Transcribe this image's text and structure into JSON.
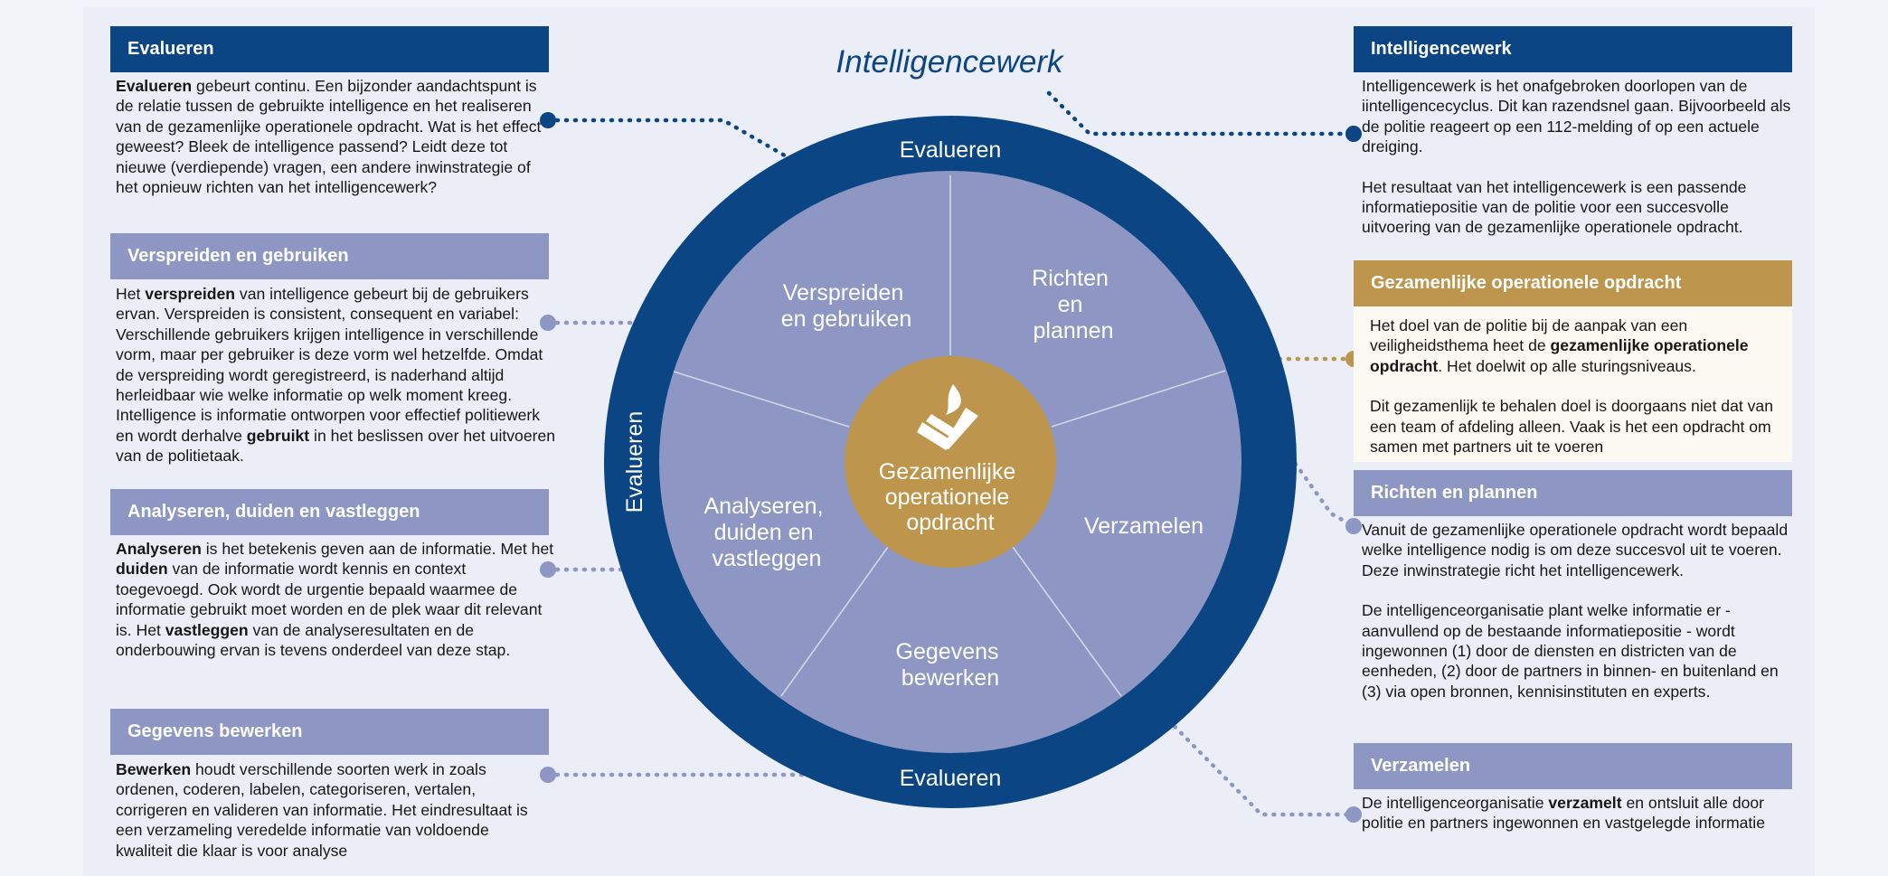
{
  "title": "Intelligencewerk",
  "colors": {
    "dark_blue": "#0b4584",
    "light_blue": "#8e96c3",
    "gold": "#bd954c",
    "background": "#eceef7"
  },
  "cycle": {
    "ring_labels": {
      "top": "Evalueren",
      "left": "Evalueren",
      "bottom": "Evalueren"
    },
    "segments": {
      "verspreiden": [
        "Verspreiden",
        "en gebruiken"
      ],
      "richten": [
        "Richten",
        "en",
        "plannen"
      ],
      "verzamelen": [
        "Verzamelen"
      ],
      "gegevens": [
        "Gegevens",
        "bewerken"
      ],
      "analyseren": [
        "Analyseren,",
        "duiden en",
        "vastleggen"
      ]
    },
    "center": {
      "lines": [
        "Gezamenlijke",
        "operationele",
        "opdracht"
      ],
      "icon": "police-flame-logo"
    }
  },
  "left_panels": [
    {
      "title": "Evalueren",
      "paragraphs": [
        [
          {
            "t": "Evalueren",
            "b": true
          },
          {
            "t": " gebeurt continu. Een bijzonder aandachtspunt is de relatie tussen de gebruikte intelligence en het realiseren van de gezamenlijke operationele opdracht. Wat is het effect geweest? Bleek de intelligence passend? Leidt deze tot nieuwe (verdiepende) vragen, een andere inwinstrategie of het opnieuw richten van het intelligencewerk?"
          }
        ]
      ]
    },
    {
      "title": "Verspreiden en gebruiken",
      "paragraphs": [
        [
          {
            "t": "Het "
          },
          {
            "t": "verspreiden",
            "b": true
          },
          {
            "t": " van intelligence gebeurt bij de gebruikers ervan. Verspreiden is consistent, consequent en variabel: Verschillende gebruikers krijgen intelligence in verschillende vorm, maar per gebruiker is deze vorm wel hetzelfde. Omdat de verspreiding wordt geregistreerd, is naderhand altijd herleidbaar wie welke informatie op welk moment kreeg. Intelligence is informatie ontworpen voor effectief politiewerk en wordt derhalve "
          },
          {
            "t": "gebruikt",
            "b": true
          },
          {
            "t": " in het beslissen over het uitvoeren van de politietaak."
          }
        ]
      ]
    },
    {
      "title": "Analyseren, duiden en vastleggen",
      "paragraphs": [
        [
          {
            "t": "Analyseren",
            "b": true
          },
          {
            "t": " is het betekenis geven aan de informatie. Met het "
          },
          {
            "t": "duiden",
            "b": true
          },
          {
            "t": " van de informatie wordt kennis en context toegevoegd. Ook wordt de urgentie bepaald waarmee de informatie gebruikt moet worden en de plek waar dit relevant is. Het "
          },
          {
            "t": "vastleggen",
            "b": true
          },
          {
            "t": " van de analyseresultaten en de onderbouwing ervan is tevens onderdeel van deze stap."
          }
        ]
      ]
    },
    {
      "title": "Gegevens bewerken",
      "paragraphs": [
        [
          {
            "t": "Bewerken",
            "b": true
          },
          {
            "t": " houdt verschillende soorten werk in zoals ordenen, coderen, labelen, categoriseren, vertalen, corrigeren en valideren van informatie. Het eindresultaat is een verzameling veredelde informatie van voldoende kwaliteit die klaar is voor analyse"
          }
        ]
      ]
    }
  ],
  "right_panels": [
    {
      "title": "Intelligencewerk",
      "paragraphs": [
        [
          {
            "t": "Intelligencewerk is het onafgebroken doorlopen van de iintelligencecyclus. Dit kan razendsnel gaan. Bijvoorbeeld als de politie reageert op een 112-melding of op een actuele dreiging."
          }
        ],
        [
          {
            "t": "Het resultaat van het intelligencewerk is een passende informatiepositie van de politie voor een succesvolle uitvoering van de gezamenlijke operationele opdracht."
          }
        ]
      ]
    },
    {
      "title": "Gezamenlijke operationele opdracht",
      "paragraphs": [
        [
          {
            "t": "Het doel van de politie bij de aanpak van een veiligheidsthema heet de "
          },
          {
            "t": "gezamenlijke operationele opdracht",
            "b": true
          },
          {
            "t": ". Het doelwit op alle sturingsniveaus."
          }
        ],
        [
          {
            "t": "Dit gezamenlijk te behalen doel is doorgaans niet dat van een team of afdeling alleen. Vaak is het een opdracht om samen met partners uit te voeren"
          }
        ]
      ]
    },
    {
      "title": "Richten en plannen",
      "paragraphs": [
        [
          {
            "t": "Vanuit de gezamenlijke operationele opdracht wordt bepaald welke intelligence nodig is om deze succesvol uit te voeren. Deze inwinstrategie richt het intelligencewerk."
          }
        ],
        [
          {
            "t": "De intelligenceorganisatie plant welke informatie er - aanvullend op de bestaande informatiepositie - wordt ingewonnen (1) door de diensten en districten van de eenheden, (2) door de partners in binnen- en buitenland en (3) via open bronnen, kennisinstituten en experts."
          }
        ]
      ]
    },
    {
      "title": "Verzamelen",
      "paragraphs": [
        [
          {
            "t": "De intelligenceorganisatie "
          },
          {
            "t": "verzamelt",
            "b": true
          },
          {
            "t": " en ontsluit alle door politie en partners ingewonnen en vastgelegde informatie"
          }
        ]
      ]
    }
  ]
}
